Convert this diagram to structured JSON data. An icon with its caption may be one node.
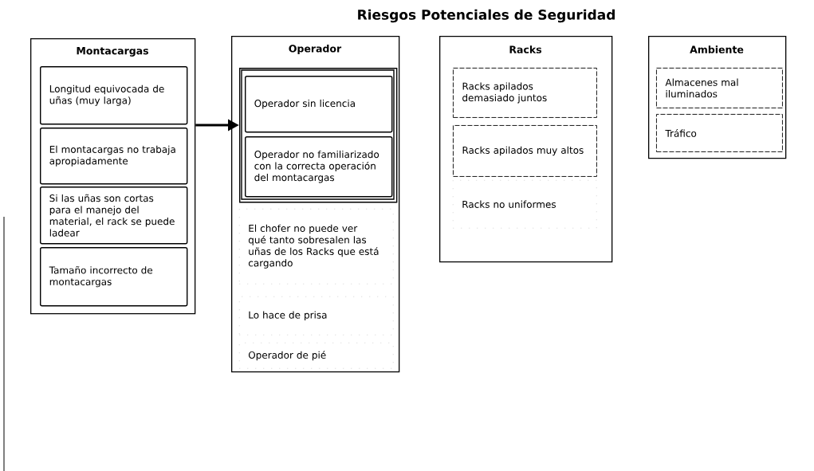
{
  "diagram": {
    "title": "Riesgos Potenciales de Seguridad",
    "nodes": [
      {
        "text": [
          "Montacargas"
        ]
      },
      {
        "text": [
          "Longitud equivocada de uñas (muy larga)"
        ],
        "in": 0
      },
      {
        "text": [
          "El montacargas no trabaja apropiadamente"
        ],
        "in": 0
      },
      {
        "text": [
          "Si las uñas son cortas para el manejo del material, el rack se puede ladear"
        ],
        "in": 0
      },
      {
        "text": [
          "Tamaño incorrecto de montacargas"
        ],
        "in": 0
      },
      {
        "text": [
          "Operador"
        ]
      },
      {
        "text": [],
        "shape": "box",
        "in": 5
      },
      {
        "text": [
          "Operador sin licencia"
        ],
        "in": 6
      },
      {
        "text": [
          "Operador no familiarizado con la correcta operación del montacargas"
        ],
        "in": 6
      },
      {
        "text": [
          "El chofer no puede ver qué tanto sobresalen las uñas de los Racks que está cargando"
        ],
        "in": 5
      },
      {
        "text": [
          "Lo hace de prisa"
        ],
        "in": 5
      },
      {
        "text": [
          "Operador de pié"
        ],
        "in": 5
      },
      {
        "text": [
          "Racks"
        ]
      },
      {
        "text": [
          "Racks apilados demasiado juntos"
        ],
        "in": 12
      },
      {
        "text": [
          "Racks apilados muy altos"
        ],
        "in": 12
      },
      {
        "text": [
          "Racks no uniformes"
        ],
        "in": 12
      },
      {
        "text": [
          "Ambiente"
        ]
      },
      {
        "text": [
          "Almacenes mal iluminados"
        ],
        "in": 16
      },
      {
        "text": [
          "Tráfico"
        ],
        "in": 16
      }
    ],
    "edges": [
      {
        "from": 0,
        "to": 6,
        "arrow": "to"
      }
    ]
  }
}
